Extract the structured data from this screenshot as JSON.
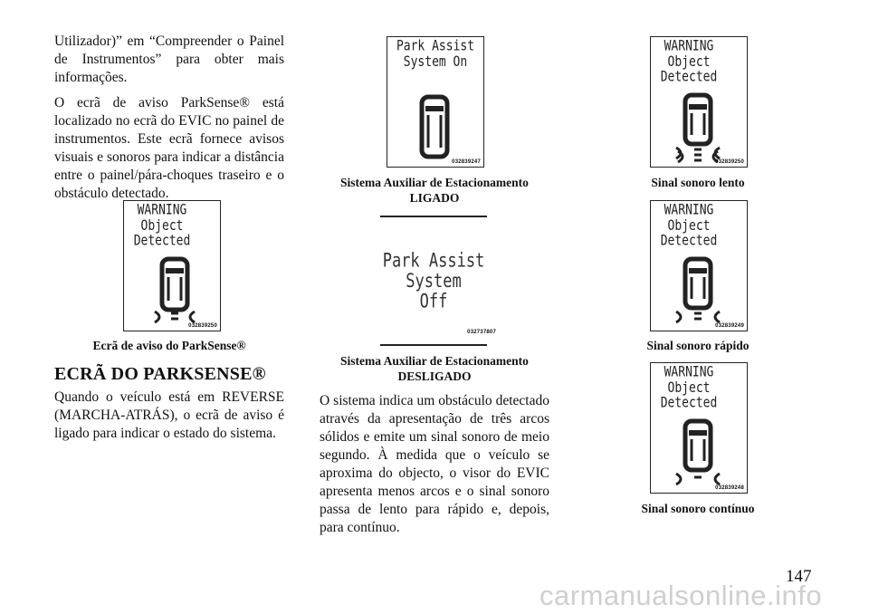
{
  "col1": {
    "p1": "Utilizador)” em “Compreender o Painel de Instrumentos” para obter mais informações.",
    "p2": "O ecrã de aviso ParkSense® está localizado no ecrã do EVIC no painel de instrumentos. Este ecrã fornece avisos visuais e sonoros para indicar a distância entre o painel/pára-choques traseiro e o obstáculo detectado.",
    "fig1": {
      "line1": "WARNING",
      "line2": "Object",
      "line3": "Detected",
      "code": "032839250",
      "caption": "Ecrã de aviso do ParkSense®"
    },
    "heading": "ECRÃ DO PARKSENSE®",
    "p3": "Quando o veículo está em REVERSE (MARCHA-ATRÁS), o ecrã de aviso é ligado para indicar o estado do sistema."
  },
  "col2": {
    "fig1": {
      "line1": "Park Assist",
      "line2": "System On",
      "code": "032839247",
      "caption1": "Sistema Auxiliar de Estacionamento",
      "caption2": "LIGADO"
    },
    "fig2": {
      "line1": "Park Assist",
      "line2": "System",
      "line3": "Off",
      "code": "032737807",
      "caption1": "Sistema Auxiliar de Estacionamento",
      "caption2": "DESLIGADO"
    },
    "p1": "O sistema indica um obstáculo detectado através da apresentação de três arcos sólidos e emite um sinal sonoro de meio segundo. À medida que o veículo se aproxima do objecto, o visor do EVIC apresenta menos arcos e o sinal sonoro passa de lento para rápido e, depois, para contínuo."
  },
  "col3": {
    "fig1": {
      "line1": "WARNING",
      "line2": "Object",
      "line3": "Detected",
      "code": "032839250",
      "caption": "Sinal sonoro lento"
    },
    "fig2": {
      "line1": "WARNING",
      "line2": "Object",
      "line3": "Detected",
      "code": "032839249",
      "caption": "Sinal sonoro rápido"
    },
    "fig3": {
      "line1": "WARNING",
      "line2": "Object",
      "line3": "Detected",
      "code": "032839248",
      "caption": "Sinal sonoro contínuo"
    }
  },
  "page_number": "147",
  "footer": "carmanualsonline.info"
}
